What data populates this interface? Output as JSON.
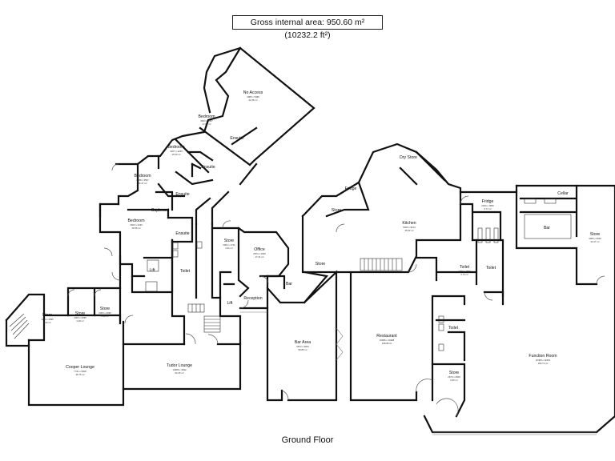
{
  "header": {
    "gross_area": "Gross internal area: 950.60 m² (10232.2 ft²)"
  },
  "footer": {
    "floor_name": "Ground Floor"
  },
  "rooms": [
    {
      "key": "no-access",
      "label": "No Access",
      "dims": "3980 x 5489",
      "area": "22.36 m²"
    },
    {
      "key": "bedroom-1",
      "label": "Bedroom",
      "dims": "3623 x 4587",
      "area": "17.80 m²"
    },
    {
      "key": "ensuite-1",
      "label": "Ensuite",
      "dims": "",
      "area": ""
    },
    {
      "key": "bedroom-2",
      "label": "Bedroom",
      "dims": "3327 x 4230",
      "area": "15.53 m²"
    },
    {
      "key": "ensuite-2",
      "label": "Ensuite",
      "dims": "",
      "area": ""
    },
    {
      "key": "bedroom-3",
      "label": "Bedroom",
      "dims": "2988 x 3597",
      "area": "16.47 m²"
    },
    {
      "key": "ensuite-3",
      "label": "Ensuite",
      "dims": "",
      "area": ""
    },
    {
      "key": "cupboard",
      "label": "Cupboard",
      "dims": "",
      "area": ""
    },
    {
      "key": "bedroom-4",
      "label": "Bedroom",
      "dims": "3920 x 4230",
      "area": "16.58 m²"
    },
    {
      "key": "ensuite-4",
      "label": "Ensuite",
      "dims": "",
      "area": ""
    },
    {
      "key": "store-corridor",
      "label": "Store",
      "dims": "2484 x 1741",
      "area": "4.31 m²"
    },
    {
      "key": "office",
      "label": "Office",
      "dims": "2874 x 3039",
      "area": "17.31 m²"
    },
    {
      "key": "lift-1",
      "label": "Lift",
      "dims": "",
      "area": ""
    },
    {
      "key": "toilet-1",
      "label": "Toilet",
      "dims": "",
      "area": ""
    },
    {
      "key": "lift-2",
      "label": "Lift",
      "dims": "",
      "area": ""
    },
    {
      "key": "reception",
      "label": "Reception",
      "dims": "",
      "area": ""
    },
    {
      "key": "store-a",
      "label": "Store",
      "dims": "1250 x 2895",
      "area": "3.62 m²"
    },
    {
      "key": "store-b",
      "label": "Store",
      "dims": "2000 x 2095",
      "area": "4.18 m²"
    },
    {
      "key": "store-c",
      "label": "Store",
      "dims": "2000 x 2095",
      "area": "4.18 m²"
    },
    {
      "key": "cooper-lounge",
      "label": "Cooper Lounge",
      "dims": "7741 x 5008",
      "area": "38.76 m²"
    },
    {
      "key": "tudor-lounge",
      "label": "Tudor Lounge",
      "dims": "10486 x 3993",
      "area": "52.25 m²"
    },
    {
      "key": "bar-area",
      "label": "Bar Area",
      "dims": "6873 x 9003",
      "area": "59.86 m²"
    },
    {
      "key": "bar-small",
      "label": "Bar",
      "dims": "",
      "area": ""
    },
    {
      "key": "store-bar",
      "label": "Store",
      "dims": "",
      "area": ""
    },
    {
      "key": "restaurant",
      "label": "Restaurant",
      "dims": "10486 x 10308",
      "area": "108.08 m²"
    },
    {
      "key": "kitchen",
      "label": "Kitchen",
      "dims": "5033 x 9124",
      "area": "45.92 m²"
    },
    {
      "key": "fridge-1",
      "label": "Fridge",
      "dims": "",
      "area": ""
    },
    {
      "key": "store-kitchen",
      "label": "Store",
      "dims": "",
      "area": ""
    },
    {
      "key": "dry-store",
      "label": "Dry Store",
      "dims": "",
      "area": ""
    },
    {
      "key": "fridge-2",
      "label": "Fridge",
      "dims": "2040 x 1850",
      "area": "3.77 m²"
    },
    {
      "key": "toilet-2",
      "label": "Toilet",
      "dims": "2000 x 1860",
      "area": "3.72 m²"
    },
    {
      "key": "toilet-3",
      "label": "Toilet",
      "dims": "",
      "area": ""
    },
    {
      "key": "toilet-4",
      "label": "Toilet",
      "dims": "",
      "area": ""
    },
    {
      "key": "store-fn",
      "label": "Store",
      "dims": "2670 x 2609",
      "area": "6.96 m²"
    },
    {
      "key": "function-room",
      "label": "Function Room",
      "dims": "15484 x 11801",
      "area": "182.72 m²"
    },
    {
      "key": "bar-fn",
      "label": "Bar",
      "dims": "",
      "area": ""
    },
    {
      "key": "cellar",
      "label": "Cellar",
      "dims": "",
      "area": ""
    },
    {
      "key": "store-big",
      "label": "Store",
      "dims": "3965 x 5920",
      "area": "23.47 m²"
    }
  ]
}
